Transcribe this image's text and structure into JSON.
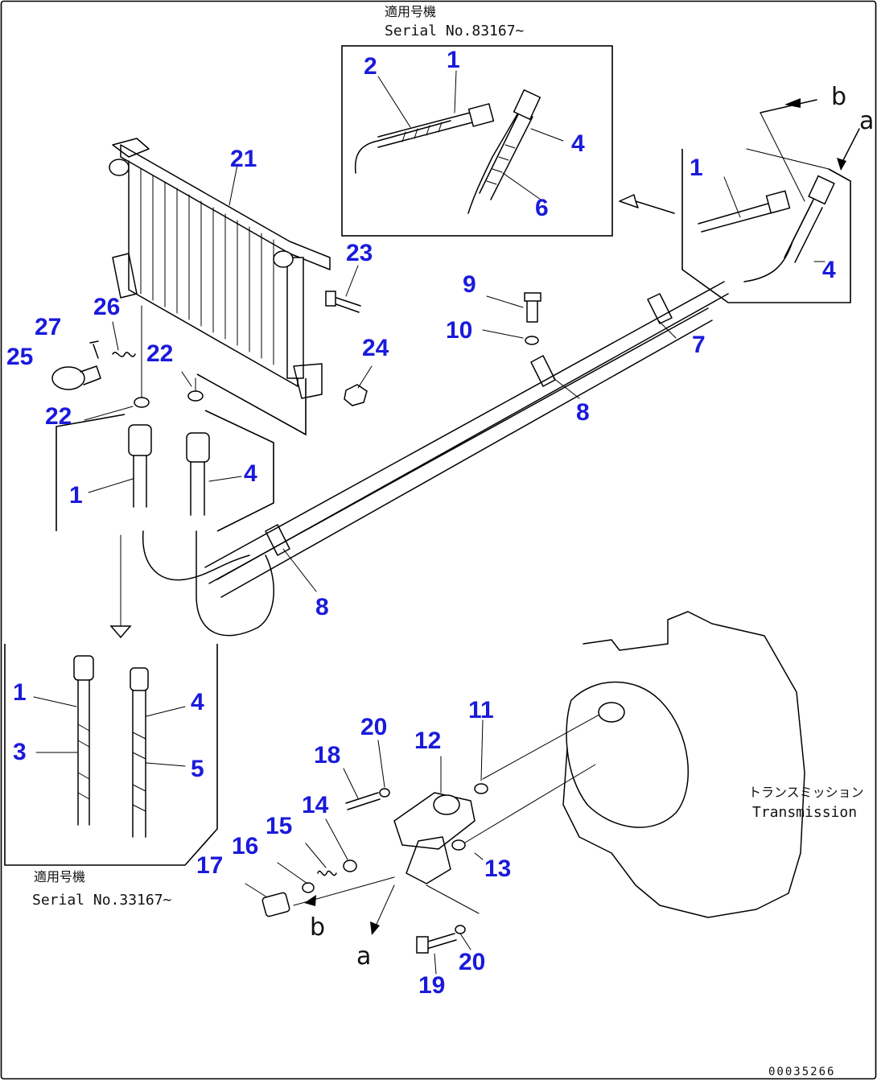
{
  "diagram": {
    "serial_note_jp": "適用号機",
    "serial_note_top": "Serial No.83167~",
    "serial_note_bottom": "Serial No.33167~",
    "transmission_jp": "トランスミッション",
    "transmission_en": "Transmission",
    "view_letter_a": "a",
    "view_letter_b": "b",
    "drawing_code": "00035266",
    "callouts": {
      "c1a": "1",
      "c2": "2",
      "c4a": "4",
      "c6": "6",
      "c1b": "1",
      "c4b": "4",
      "c21": "21",
      "c23": "23",
      "c9": "9",
      "c10": "10",
      "c7": "7",
      "c8a": "8",
      "c24": "24",
      "c26": "26",
      "c27": "27",
      "c25": "25",
      "c22a": "22",
      "c22b": "22",
      "c1c": "1",
      "c4c": "4",
      "c8b": "8",
      "c1d": "1",
      "c3": "3",
      "c4d": "4",
      "c5": "5",
      "c20a": "20",
      "c18": "18",
      "c12": "12",
      "c11": "11",
      "c14": "14",
      "c15": "15",
      "c16": "16",
      "c17": "17",
      "c13": "13",
      "c19": "19",
      "c20b": "20"
    }
  }
}
